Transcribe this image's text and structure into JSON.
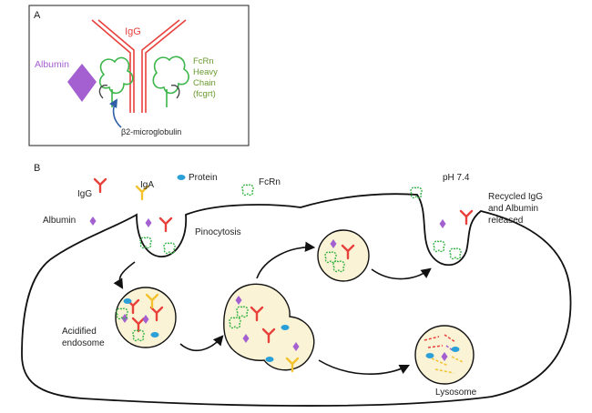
{
  "panel_a": {
    "letter": "A",
    "igg": "IgG",
    "albumin": "Albumin",
    "fcrn_lines": [
      "FcRn",
      "Heavy",
      "Chain",
      "(fcgrt)"
    ],
    "b2m": "β2-microglobulin"
  },
  "panel_b": {
    "letter": "B",
    "legend": {
      "igg": "IgG",
      "iga": "IgA",
      "protein": "Protein",
      "fcrn": "FcRn",
      "albumin": "Albumin"
    },
    "ph": "pH 7.4",
    "recycled_lines": [
      "Recycled IgG",
      "and Albumin",
      "released"
    ],
    "pinocytosis": "Pinocytosis",
    "acidified_lines": [
      "Acidified",
      "endosome"
    ],
    "lysosome": "Lysosome"
  },
  "colors": {
    "igg": "#e8413c",
    "iga": "#f2c12e",
    "albumin": "#a45fd0",
    "protein": "#2a9fd8",
    "fcrn": "#3cb54a",
    "b2m_arrow": "#2f5fa8",
    "vesicle_fill": "#fbf3d5",
    "frame": "#555555"
  }
}
